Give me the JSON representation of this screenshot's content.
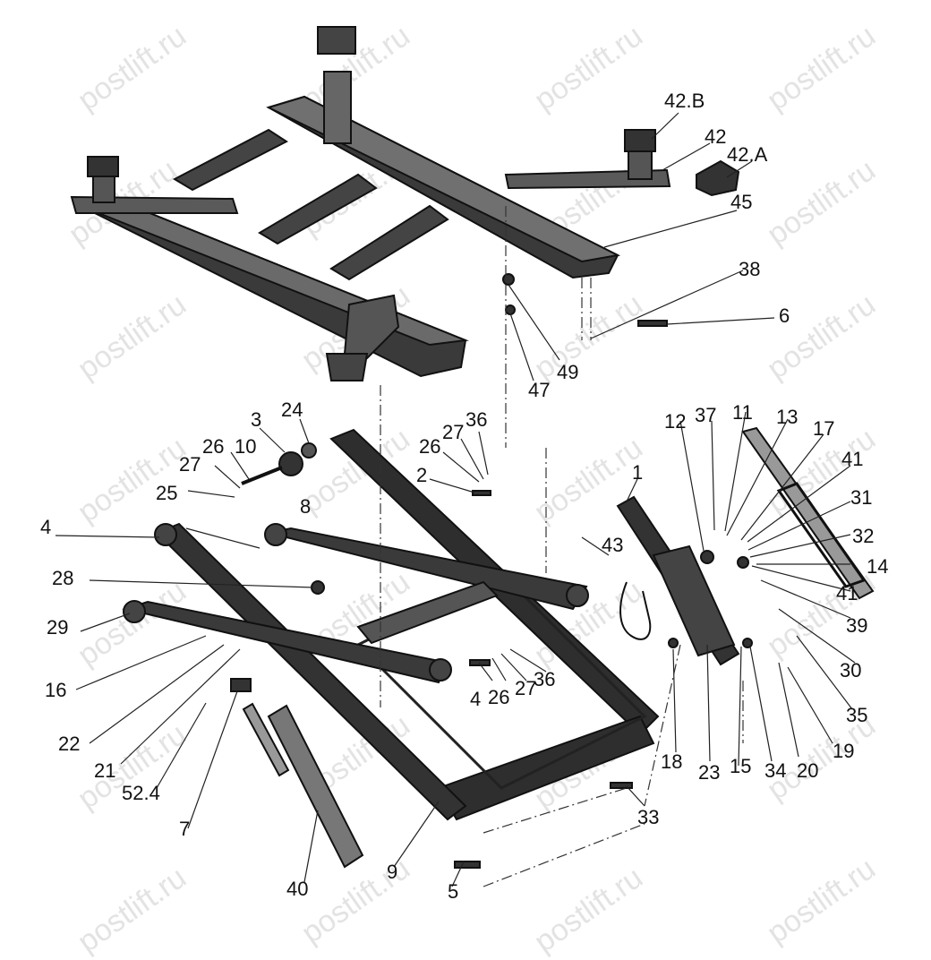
{
  "watermark": "postlift.ru",
  "part_labels": [
    "42.B",
    "42",
    "42.A",
    "45",
    "38",
    "6",
    "49",
    "47",
    "3",
    "24",
    "36",
    "27",
    "26",
    "10",
    "27",
    "26",
    "25",
    "2",
    "12",
    "37",
    "11",
    "13",
    "17",
    "41",
    "31",
    "32",
    "14",
    "41",
    "39",
    "30",
    "35",
    "19",
    "20",
    "34",
    "15",
    "23",
    "18",
    "1",
    "43",
    "4",
    "8",
    "28",
    "29",
    "16",
    "22",
    "21",
    "52.4",
    "7",
    "40",
    "9",
    "5",
    "33",
    "4",
    "26",
    "27",
    "36"
  ],
  "colors": {
    "ink": "#111111",
    "metal_dark": "#2e2e2e",
    "metal_mid": "#555555",
    "metal_light": "#8a8a8a",
    "watermark": "#e3e3e3",
    "background": "#ffffff"
  }
}
